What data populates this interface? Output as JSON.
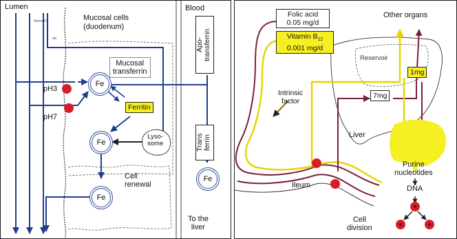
{
  "colors": {
    "blue_arrow": "#1f3c8f",
    "red_dot": "#d41f26",
    "yellow": "#f6ef21",
    "maroon": "#7b1e3c",
    "box_border": "#222222",
    "outline": "#333333"
  },
  "left_panel": {
    "lumen": "Lumen",
    "heme_fe": "Heme-Fe",
    "heme_fe2": "etc",
    "mucosal_cells": "Mucosal cells",
    "duodenum": "(duodenum)",
    "blood": "Blood",
    "apotransferrin": "Apo-\ntransferrin",
    "mucosal_transferrin": "Mucosal\ntransferrin",
    "ph3": "pH3",
    "ph7": "pH7",
    "fe": "Fe",
    "ferritin": "Ferritin",
    "lysosome": "Lyso-\nsome",
    "cell_renewal": "Cell\nrenewal",
    "transferrin": "Trans\nferrin",
    "to_the_liver": "To the\nliver"
  },
  "right_panel": {
    "folic_acid": "Folic acid\n0.05 mg/d",
    "vitamin_b12": "Vitamin B",
    "vitamin_b12_sub": "12",
    "vitamin_b12_dose": "0.001 mg/d",
    "other_organs": "Other organs",
    "reservoir": "Reservoir",
    "one_mg": "1mg",
    "seven_mg": "7mg",
    "intrinsic_factor": "Intrinsic\nfactor",
    "liver": "Liver",
    "purine_nucleotides": "Purine\nnucleotides",
    "dna": "DNA",
    "ileum": "Ileum",
    "cell_division": "Cell\ndivision"
  }
}
